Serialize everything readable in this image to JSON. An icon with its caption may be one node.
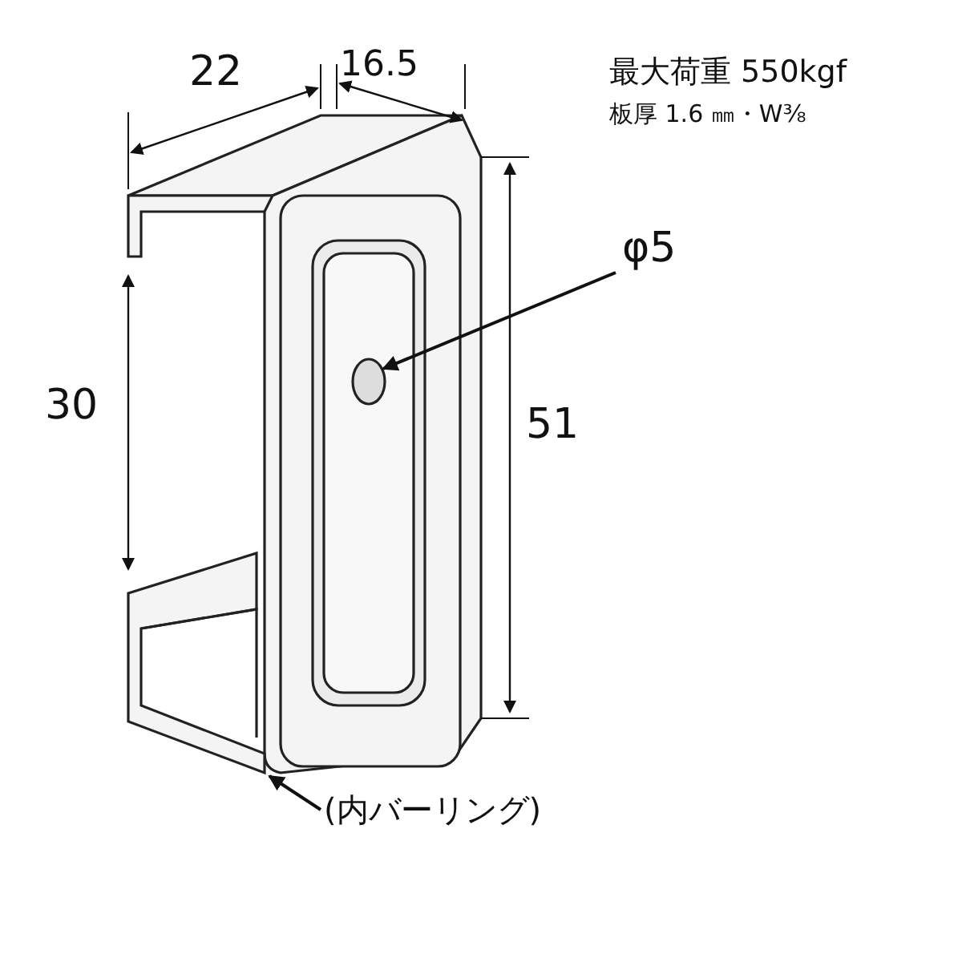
{
  "diagram": {
    "nodes": [
      {
        "text": [
          "φ5"
        ]
      },
      {
        "text": [],
        "shape": "circle"
      },
      {
        "text": [
          "(内バーリング)"
        ]
      }
    ],
    "edges": [
      {
        "from": 0,
        "to": 1,
        "arrow": "to"
      },
      {
        "from": 2,
        "to": null,
        "arrow": "to"
      }
    ],
    "labels": [
      "22",
      "16.5",
      "最大荷重 550kgf",
      "板厚 1.6 ㎜・W⅜",
      "30",
      "51"
    ]
  }
}
